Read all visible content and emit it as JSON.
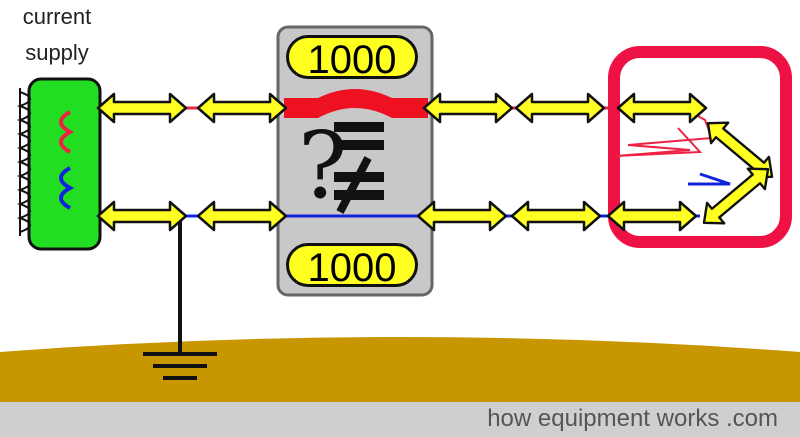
{
  "labels": {
    "supply_line1": "current",
    "supply_line2": "supply",
    "counter_top": "1000",
    "counter_bottom": "1000",
    "question_mark": "?"
  },
  "footer": {
    "credit": "how equipment works .com"
  },
  "colors": {
    "supply_fill": "#22dd22",
    "device_fill": "#c8c8c8",
    "load_outline": "#ee1144",
    "arrow_fill": "#ffff22",
    "hot_wire": "#ee2244",
    "neutral_wire": "#1122dd",
    "ground_earth": "#c89600",
    "footer_band": "#cfcfcf"
  },
  "icons": [
    "ground-symbol-icon",
    "equal-sign-icon",
    "not-equal-sign-icon"
  ]
}
